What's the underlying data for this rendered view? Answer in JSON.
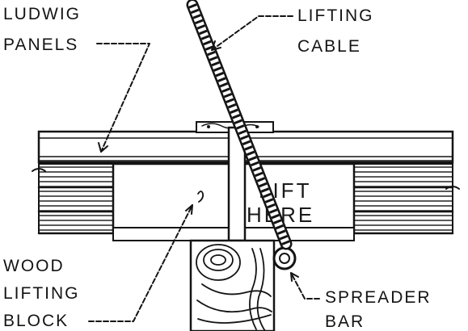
{
  "labels": {
    "ludwig_panels": [
      "LUDWIG",
      "PANELS"
    ],
    "lifting_cable": [
      "LIFTING",
      "CABLE"
    ],
    "wood_lifting_block": [
      "WOOD",
      "LIFTING",
      "BLOCK"
    ],
    "spreader_bar": [
      "SPREADER",
      "BAR"
    ],
    "lift_here": [
      "LIFT",
      "HERE"
    ]
  },
  "colors": {
    "ink": "#141414",
    "paper": "#ffffff"
  }
}
